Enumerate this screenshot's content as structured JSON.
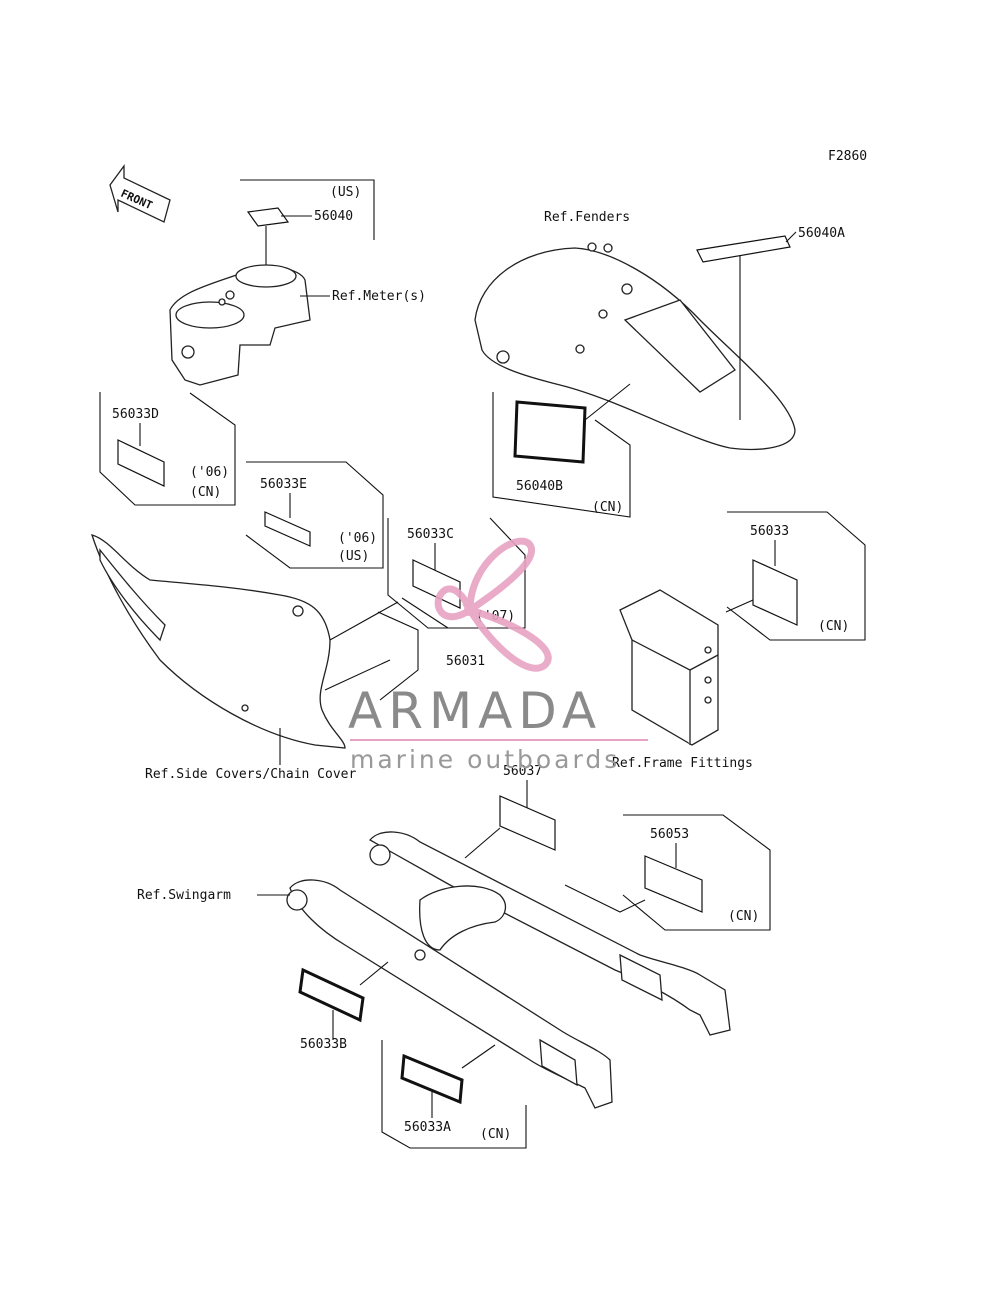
{
  "figure_code": "F2860",
  "front_label": "FRONT",
  "labels": {
    "us_top": "(US)",
    "p56040": "56040",
    "ref_meter": "Ref.Meter(s)",
    "ref_fenders": "Ref.Fenders",
    "p56040a": "56040A",
    "p56033d": "56033D",
    "y06_a": "('06)",
    "cn_a": "(CN)",
    "p56033e": "56033E",
    "y06_b": "('06)",
    "us_b": "(US)",
    "p56033c": "56033C",
    "y07": "('07)",
    "p56031": "56031",
    "p56040b": "56040B",
    "cn_b": "(CN)",
    "p56033": "56033",
    "cn_c": "(CN)",
    "ref_side_covers": "Ref.Side Covers/Chain Cover",
    "p56037": "56037",
    "ref_frame": "Ref.Frame Fittings",
    "p56053": "56053",
    "cn_d": "(CN)",
    "ref_swingarm": "Ref.Swingarm",
    "p56033b": "56033B",
    "p56033a": "56033A",
    "cn_e": "(CN)"
  },
  "watermark": {
    "name": "ARMADA",
    "tagline": "marine outboards",
    "color": "#e7a3c3"
  }
}
